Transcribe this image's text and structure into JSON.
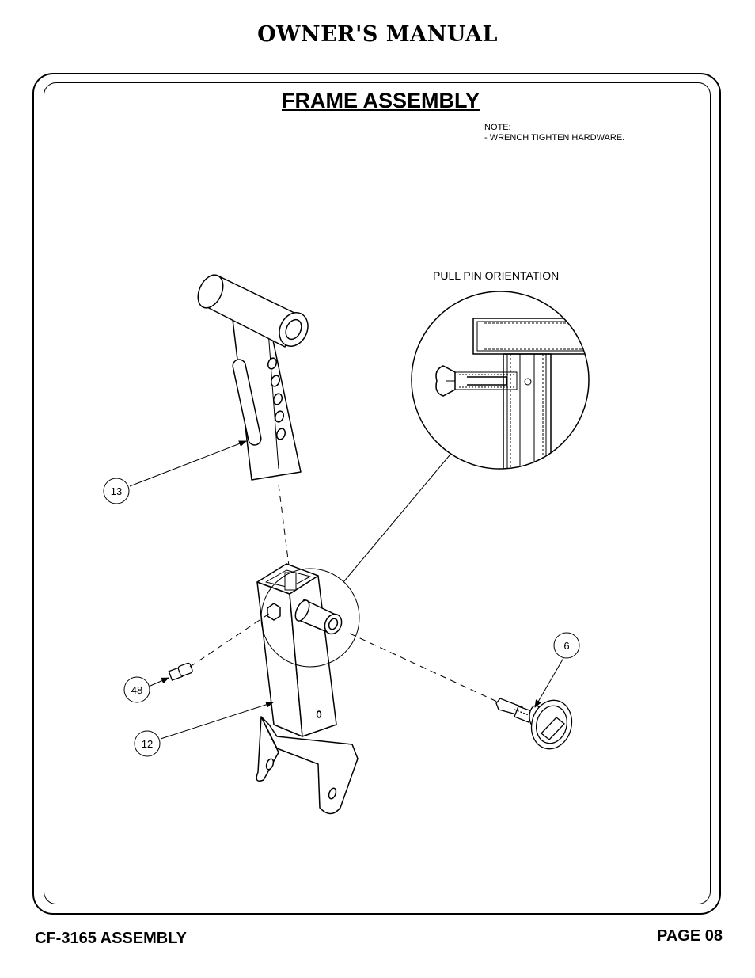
{
  "header": {
    "title": "OWNER'S MANUAL"
  },
  "section": {
    "title": "FRAME ASSEMBLY"
  },
  "note": {
    "heading": "NOTE:",
    "line1": "-  WRENCH TIGHTEN HARDWARE."
  },
  "detail": {
    "label": "PULL PIN ORIENTATION"
  },
  "callouts": {
    "c13": "13",
    "c48": "48",
    "c12": "12",
    "c6": "6"
  },
  "footer": {
    "left": "CF-3165 ASSEMBLY",
    "right": "PAGE 08"
  }
}
